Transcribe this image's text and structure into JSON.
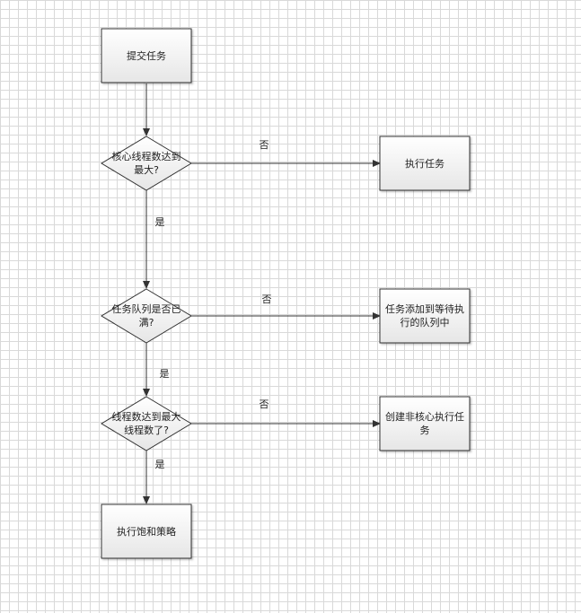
{
  "nodes": {
    "submit": "提交任务",
    "q_core": "核心线程数达到最大?",
    "exec": "执行任务",
    "q_queue": "任务队列是否已满?",
    "enqueue": "任务添加到等待执行的队列中",
    "q_max": "线程数达到最大线程数了?",
    "create_thread": "创建非核心执行任务",
    "reject": "执行饱和策略"
  },
  "edge_labels": {
    "no1": "否",
    "yes1": "是",
    "no2": "否",
    "yes2": "是",
    "no3": "否",
    "yes3": "是"
  }
}
